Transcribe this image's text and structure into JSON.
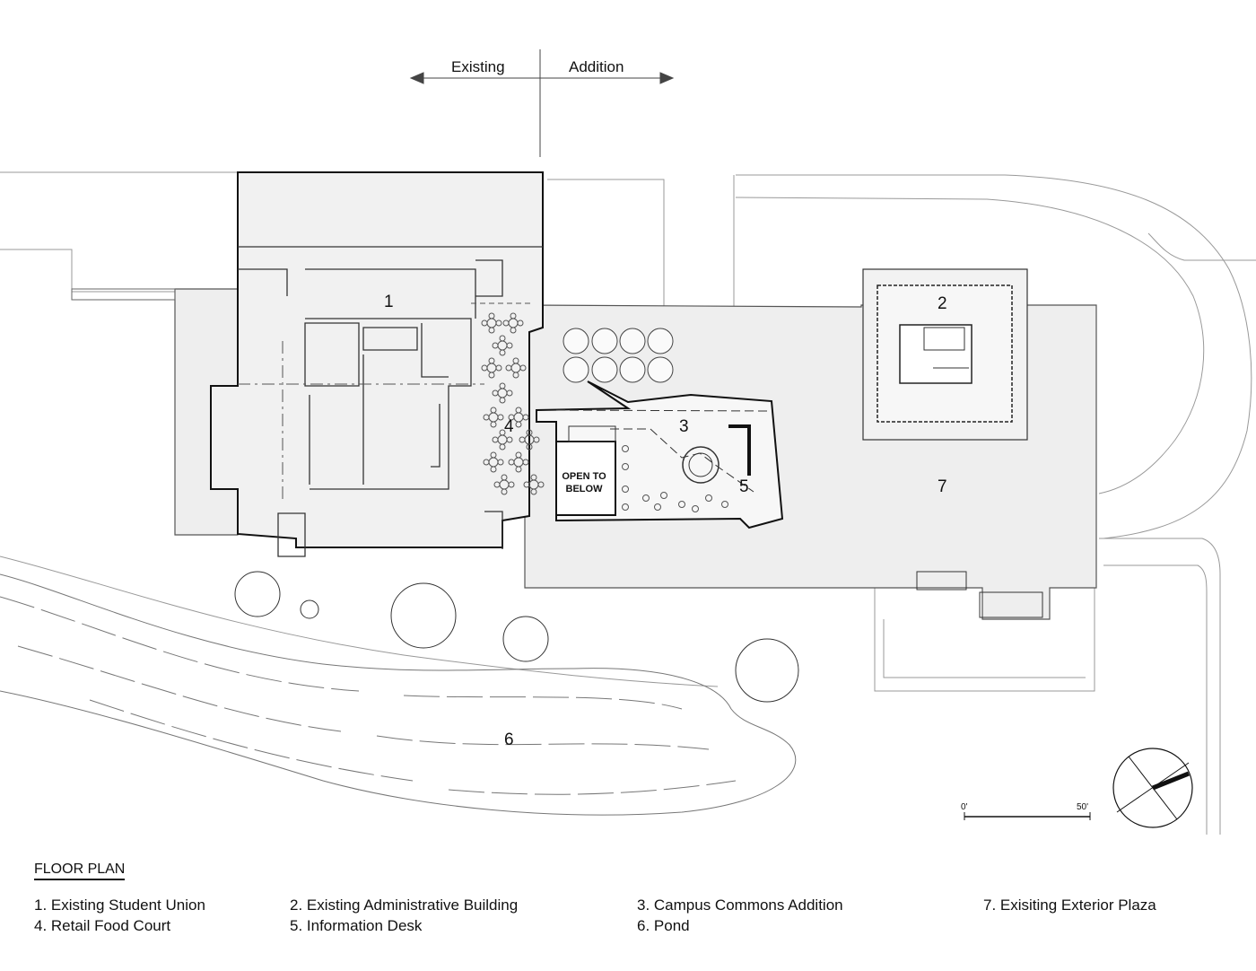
{
  "header": {
    "existing": "Existing",
    "addition": "Addition"
  },
  "plan_labels": {
    "l1": "1",
    "l2": "2",
    "l3": "3",
    "l4": "4",
    "l5": "5",
    "l6": "6",
    "l7": "7",
    "open_to_below": "OPEN TO BELOW"
  },
  "scale": {
    "start": "0'",
    "end": "50'"
  },
  "legend": {
    "title": "FLOOR PLAN",
    "items": [
      "1. Existing Student Union",
      "2. Existing Administrative Building",
      "3. Campus Commons Addition",
      "7. Exisiting Exterior Plaza",
      "4. Retail Food Court",
      "5. Information Desk",
      "6. Pond"
    ]
  }
}
